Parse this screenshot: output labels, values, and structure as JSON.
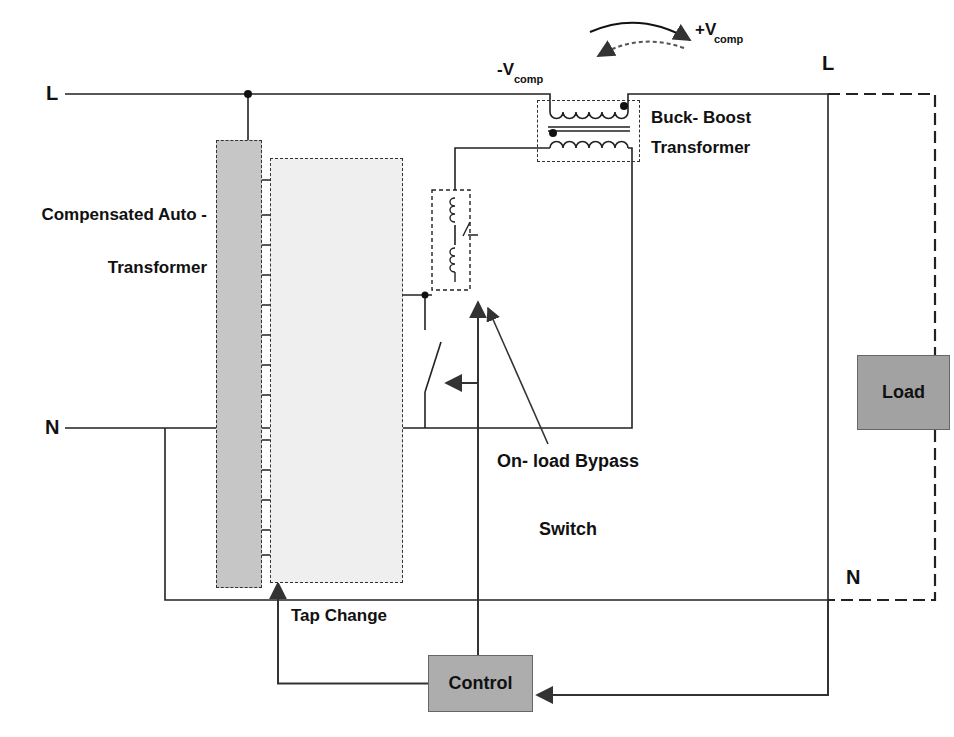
{
  "diagram": {
    "nodes": [
      {
        "text": [
          "Compensated Auto -Transformer"
        ]
      },
      {
        "text": [
          "Tap Change"
        ]
      },
      {
        "text": [
          "Buck- Boost Transformer"
        ]
      },
      {
        "text": [
          "Load"
        ]
      },
      {
        "text": [
          "Control"
        ]
      }
    ],
    "edges": [
      {
        "from": 4,
        "to": 1,
        "arrow": "to"
      }
    ],
    "labels": [
      "+V",
      "comp",
      "-V",
      "comp",
      "L",
      "L",
      "N",
      "N",
      "On- load Bypass Switch"
    ]
  }
}
